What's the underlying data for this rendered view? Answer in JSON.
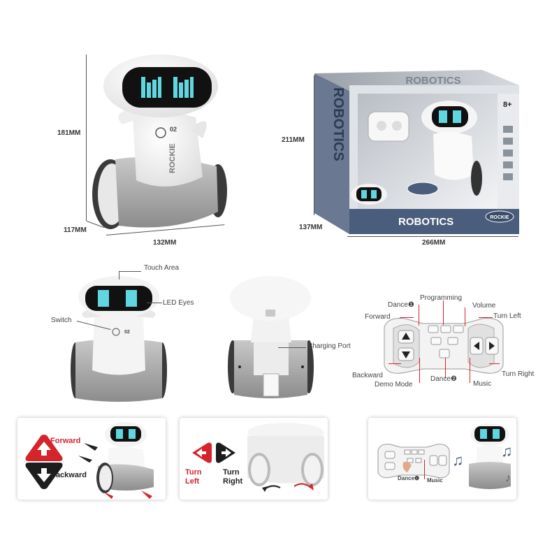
{
  "dimensions": {
    "robot_height": "181MM",
    "robot_depth": "117MM",
    "robot_width": "132MM",
    "box_height": "211MM",
    "box_depth": "137MM",
    "box_width": "266MM"
  },
  "box": {
    "brand_top": "ROBOTICS",
    "brand_side": "ROBOTICS",
    "brand_bottom": "ROBOTICS",
    "age": "8+",
    "logo": "ROCKIE"
  },
  "robot": {
    "logo_text": "ROCKIE",
    "model": "02"
  },
  "front_labels": {
    "touch_area": "Touch Area",
    "led_eyes": "LED Eyes",
    "switch": "Switch"
  },
  "back_labels": {
    "charging_port": "Charging Port"
  },
  "remote_labels": {
    "programming": "Programming",
    "dance1": "Dance❶",
    "volume": "Volume",
    "forward": "Forward",
    "turn_left": "Turn Left",
    "backward": "Backward",
    "turn_right": "Turn Right",
    "demo_mode": "Demo Mode",
    "dance2": "Dance❷",
    "music": "Music"
  },
  "panels": {
    "p1": {
      "forward": "Forward",
      "backward": "Backward"
    },
    "p2": {
      "turn_left_1": "Turn",
      "turn_left_2": "Left",
      "turn_right_1": "Turn",
      "turn_right_2": "Right"
    },
    "p3": {
      "dance": "Dance❶",
      "music": "Music"
    }
  },
  "colors": {
    "accent_red": "#d5242b",
    "box_blue": "#4a5d7c",
    "eye_cyan": "#5fd6e0"
  }
}
